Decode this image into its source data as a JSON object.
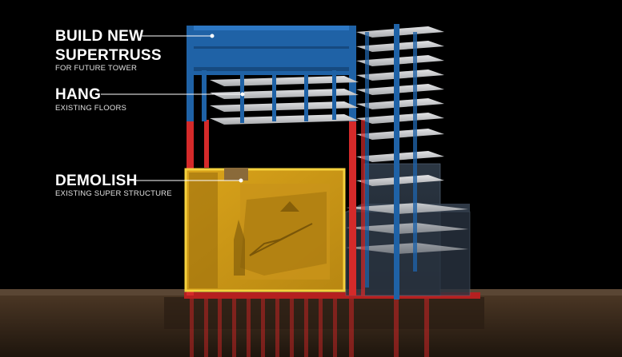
{
  "annotations": {
    "build": {
      "title_line1": "BUILD NEW",
      "title_line2": "SUPERTRUSS",
      "subtitle": "FOR FUTURE TOWER"
    },
    "hang": {
      "title": "HANG",
      "subtitle": "EXISTING FLOORS"
    },
    "demolish": {
      "title": "DEMOLISH",
      "subtitle": "EXISTING SUPER STRUCTURE"
    }
  },
  "colors": {
    "background": "#000000",
    "truss_blue": "#1f62a6",
    "column_red": "#d42a2a",
    "demolish_yellow": "#e7b320",
    "floor_slab": "#c9cbce",
    "ground": "#3a2a1c"
  }
}
